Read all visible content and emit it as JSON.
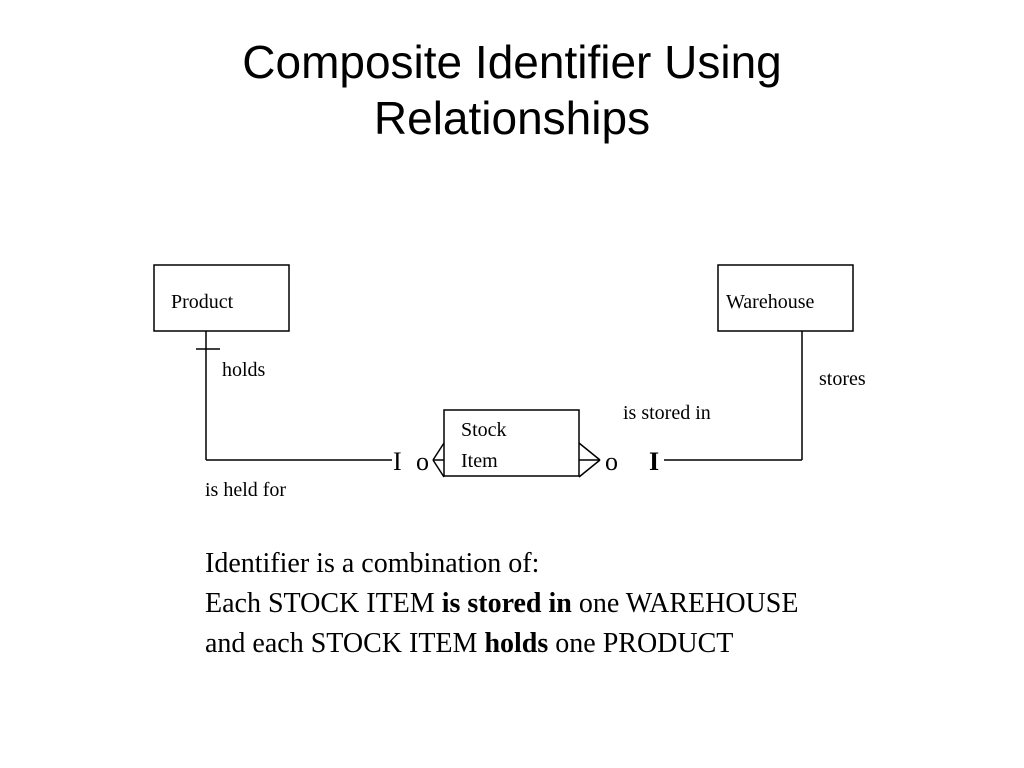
{
  "title": {
    "line1": "Composite Identifier Using",
    "line2": "Relationships"
  },
  "diagram": {
    "product": "Product",
    "warehouse": "Warehouse",
    "stock_item_line1": "Stock",
    "stock_item_line2": "Item",
    "holds": "holds",
    "is_held_for": "is held for",
    "stores": "stores",
    "is_stored_in": "is stored in",
    "left_identifier_mark": "I",
    "left_optional_mark": "o",
    "right_optional_mark": "o",
    "right_identifier_mark": "I"
  },
  "description": {
    "line1": "Identifier is a combination of:",
    "line2_pre": "Each STOCK ITEM ",
    "line2_bold": "is stored in",
    "line2_post": " one WAREHOUSE",
    "line3_pre": "and each STOCK ITEM ",
    "line3_bold": "holds",
    "line3_post": " one PRODUCT"
  }
}
